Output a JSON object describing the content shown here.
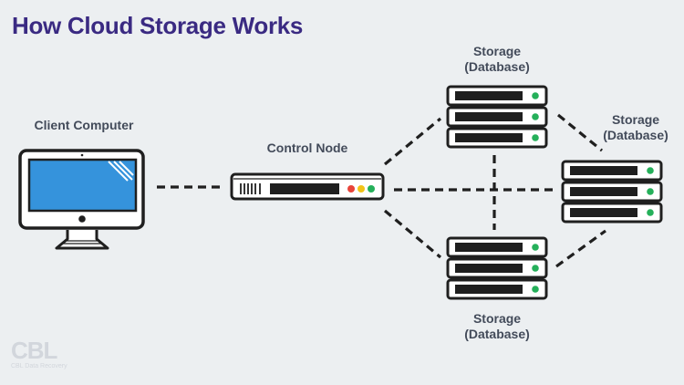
{
  "title": "How Cloud Storage Works",
  "nodes": {
    "client": {
      "label": "Client Computer"
    },
    "control": {
      "label": "Control Node"
    },
    "storage_top": {
      "line1": "Storage",
      "line2": "(Database)"
    },
    "storage_right": {
      "line1": "Storage",
      "line2": "(Database)"
    },
    "storage_bottom": {
      "line1": "Storage",
      "line2": "(Database)"
    }
  },
  "colors": {
    "title": "#3a2a82",
    "label": "#434b5a",
    "screen": "#3593dc",
    "outline": "#1f1f1f",
    "led_red": "#e8443a",
    "led_yellow": "#f2c318",
    "led_green": "#25b05a",
    "background": "#eceff1"
  },
  "watermark": {
    "logo": "CBL",
    "subtitle": "CBL Data Recovery"
  }
}
